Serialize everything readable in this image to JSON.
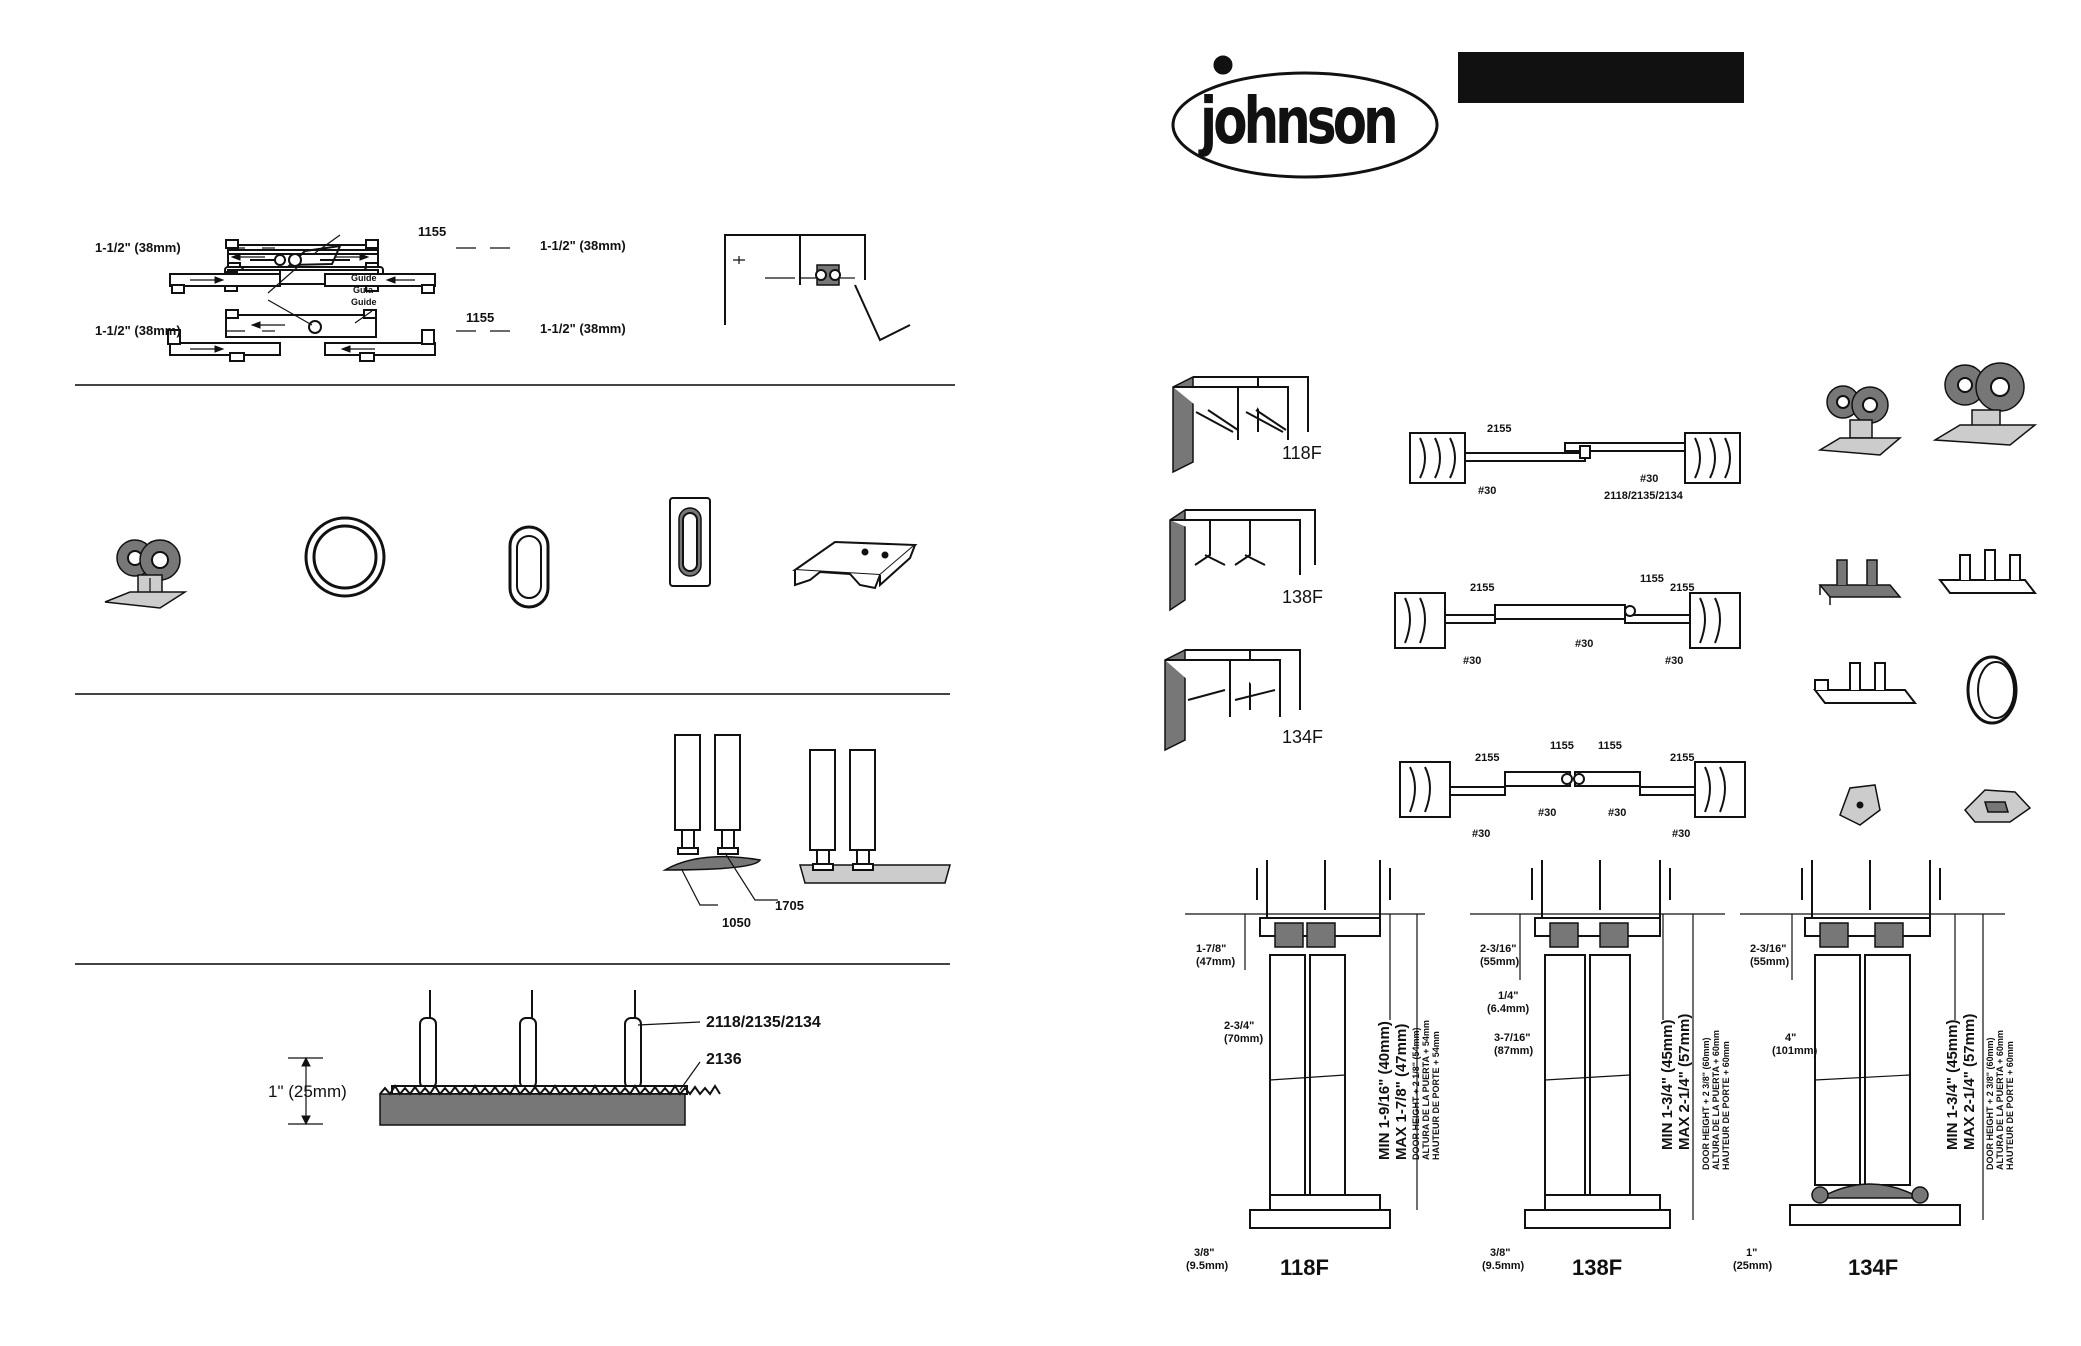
{
  "brand": {
    "name": "johnson",
    "bar_color": "#111111"
  },
  "tracks": {
    "spacing": [
      "1-1/2\" (38mm)",
      "1-1/2\" (38mm)",
      "1-1/2\" (38mm)",
      "1-1/2\" (38mm)"
    ],
    "part_1155": "1155",
    "guide": [
      "Guide",
      "Guía",
      "Guide"
    ]
  },
  "floor": {
    "part_1050": "1050",
    "part_1705": "1705"
  },
  "carpet": {
    "parts_a": "2118/2135/2134",
    "part_2136": "2136",
    "height": "1\" (25mm)"
  },
  "profiles": [
    "118F",
    "138F",
    "134F"
  ],
  "section_views": {
    "v1": {
      "p2155": "2155",
      "p30a": "#30",
      "p30b": "#30",
      "pair": "2118/2135/2134"
    },
    "v2": {
      "p2155a": "2155",
      "p1155": "1155",
      "p2155b": "2155",
      "p30a": "#30",
      "p30b": "#30",
      "p30c": "#30"
    },
    "v3": {
      "p2155a": "2155",
      "p1155a": "1155",
      "p1155b": "1155",
      "p2155b": "2155",
      "p30a": "#30",
      "p30b": "#30",
      "p30c": "#30",
      "p30d": "#30"
    }
  },
  "elevations": [
    {
      "model": "118F",
      "top": "1-7/8\"",
      "top_mm": "(47mm)",
      "width": "2-3/4\"",
      "width_mm": "(70mm)",
      "bottom": "3/8\"",
      "bottom_mm": "(9.5mm)",
      "min": "MIN 1-9/16\" (40mm)",
      "max": "MAX 1-7/8\" (47mm)",
      "door": [
        "DOOR HEIGHT + 2 1/8\" (54mm)",
        "ALTURA DE LA PUERTA + 54mm",
        "HAUTEUR DE PORTE + 54mm"
      ]
    },
    {
      "model": "138F",
      "top": "2-3/16\"",
      "top_mm": "(55mm)",
      "gap": "1/4\"",
      "gap_mm": "(6.4mm)",
      "width": "3-7/16\"",
      "width_mm": "(87mm)",
      "bottom": "3/8\"",
      "bottom_mm": "(9.5mm)",
      "min": "MIN 1-3/4\" (45mm)",
      "max": "MAX 2-1/4\" (57mm)",
      "door": [
        "DOOR HEIGHT + 2 3/8\" (60mm)",
        "ALTURA DE LA PUERTA + 60mm",
        "HAUTEUR DE PORTE + 60mm"
      ]
    },
    {
      "model": "134F",
      "top": "2-3/16\"",
      "top_mm": "(55mm)",
      "width": "4\"",
      "width_mm": "(101mm)",
      "bottom": "1\"",
      "bottom_mm": "(25mm)",
      "min": "MIN 1-3/4\" (45mm)",
      "max": "MAX 2-1/4\" (57mm)",
      "door": [
        "DOOR HEIGHT + 2 3/8\" (60mm)",
        "ALTURA DE LA PUERTA + 60mm",
        "HAUTEUR DE PORTE + 60mm"
      ]
    }
  ]
}
